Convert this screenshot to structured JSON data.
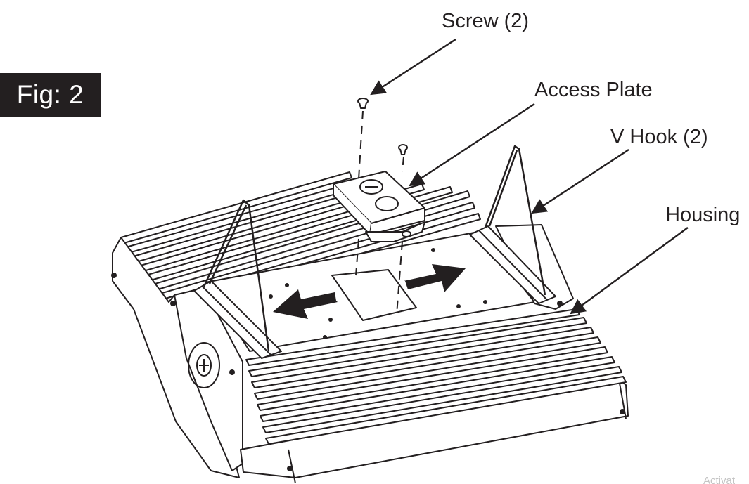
{
  "figure": {
    "badge": "Fig: 2"
  },
  "callouts": {
    "screw": "Screw (2)",
    "access_plate": "Access Plate",
    "v_hook": "V Hook (2)",
    "housing": "Housing"
  },
  "watermark": "Activat",
  "colors": {
    "ink": "#231f20",
    "badge_bg": "#231f20",
    "badge_text": "#ffffff",
    "arrow_fill": "#231f20"
  }
}
